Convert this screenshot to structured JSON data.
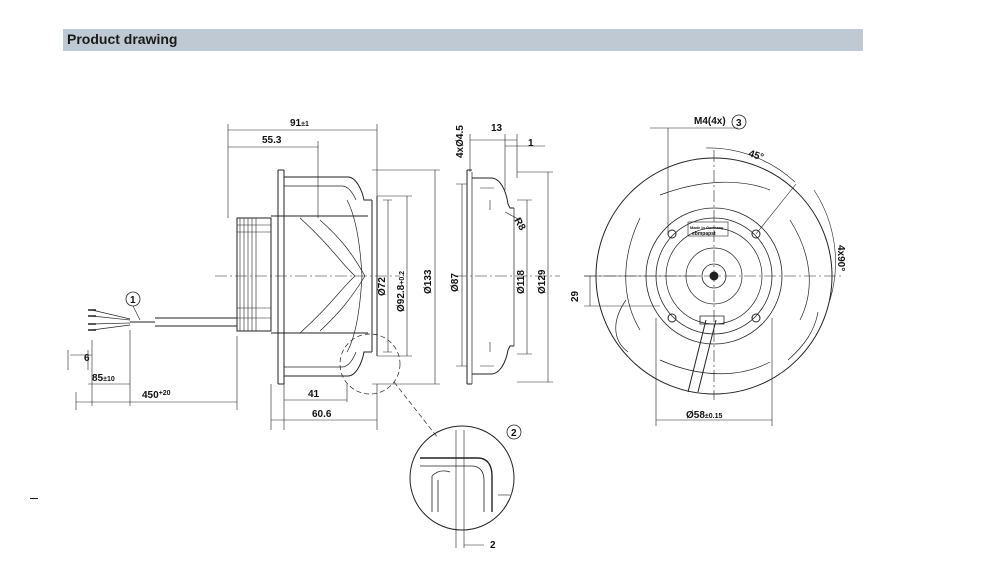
{
  "header": {
    "title": "Product drawing"
  },
  "colors": {
    "header_bg": "#bfc9d3",
    "line": "#222222"
  },
  "callouts": {
    "c1": "1",
    "c2": "2",
    "c3": "3"
  },
  "dims": {
    "d91": "91",
    "d91_tol": "±1",
    "d55": "55.3",
    "d72": "Ø72",
    "d92": "Ø92.8",
    "d92_tol": "+0.2",
    "d133": "Ø133",
    "d41": "41",
    "d60": "60.6",
    "d6": "6",
    "d85": "85",
    "d85_tol": "±10",
    "d450": "450",
    "d450_tol": "+20",
    "d4x45": "4xØ4.5",
    "d13": "13",
    "d1": "1",
    "dR8": "R8",
    "d87": "Ø87",
    "d118": "Ø118",
    "d129": "Ø129",
    "dM4": "M4(4x)",
    "d45deg": "45°",
    "d4x90": "4x90°",
    "d29": "29",
    "d58": "Ø58",
    "d58_tol": "±0.15",
    "d2": "2"
  },
  "label_text": {
    "made_in": "Made in Germany",
    "brand": "ebmpapst"
  }
}
